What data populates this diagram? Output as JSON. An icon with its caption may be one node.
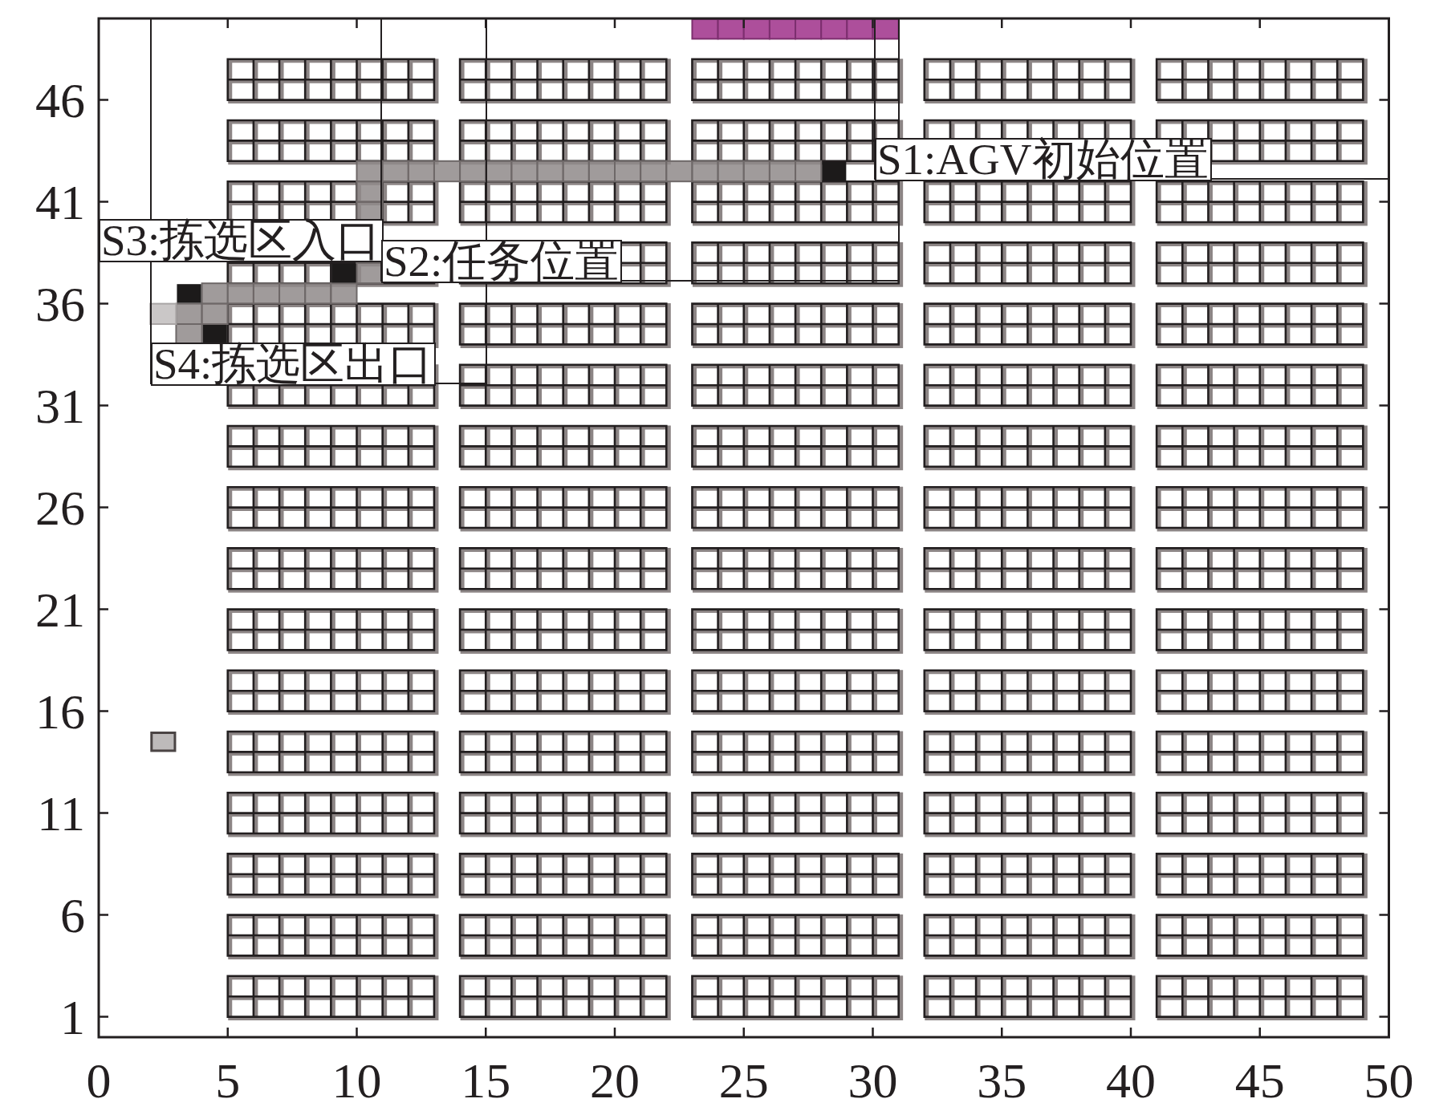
{
  "diagram": {
    "labels": [
      "46",
      "S1:AGV初始位置",
      "41",
      "S3:拣选区入口",
      "S2:任务位置",
      "36",
      "S4:拣选区出口",
      "31",
      "26",
      "21",
      "16",
      "11",
      "6",
      "1",
      "0",
      "5",
      "10",
      "15",
      "20",
      "25",
      "30",
      "35",
      "40",
      "45",
      "50"
    ]
  }
}
